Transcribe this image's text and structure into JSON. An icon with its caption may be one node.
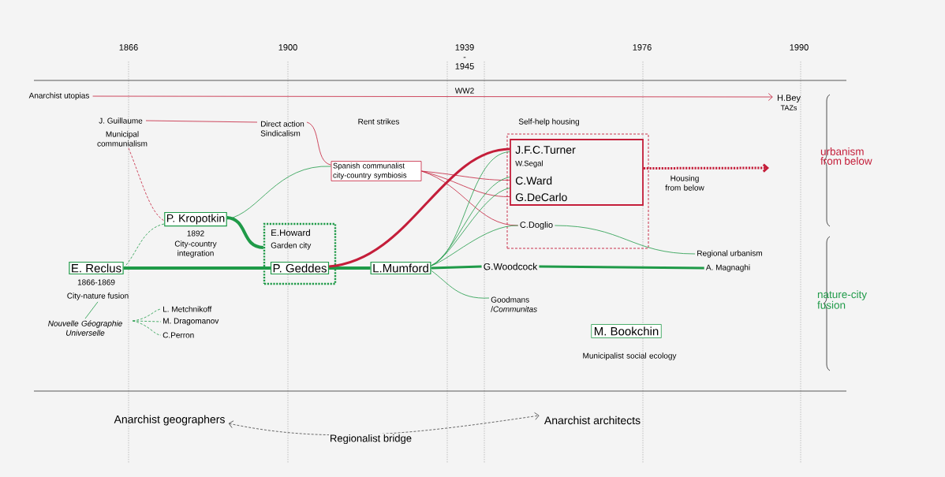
{
  "diagram": {
    "nodes": [
      {
        "text": [
          "Anarchist utopias"
        ]
      },
      {
        "text": [
          "H.Bey",
          "TAZs"
        ]
      },
      {
        "text": [
          "J. Guillaume"
        ]
      },
      {
        "text": [
          "Municipal communialism"
        ]
      },
      {
        "text": [
          "Direct action",
          "Sindicalism"
        ]
      },
      {
        "text": [
          "Self-help housing"
        ]
      },
      {
        "text": [
          "J.F.C.Turner",
          "W.Segal",
          "C.Ward",
          "G.DeCarlo"
        ],
        "in": 5
      },
      {
        "text": [
          "C.Doglio"
        ],
        "in": 5
      },
      {
        "text": [
          "Spanish communalist city-country symbiosis"
        ]
      },
      {
        "text": [
          "P. Kropotkin"
        ],
        "beside": [
          "1892",
          "City-country integration"
        ]
      },
      {
        "text": [
          "E.Howard",
          "Garden city"
        ]
      },
      {
        "text": [
          "P. Geddes"
        ],
        "in": 10
      },
      {
        "text": [
          "E. Reclus"
        ],
        "beside": [
          "1866-1869"
        ]
      },
      {
        "text": [
          "L.Mumford"
        ]
      },
      {
        "text": [
          "G.Woodcock"
        ]
      },
      {
        "text": [
          "Regional urbanism"
        ]
      },
      {
        "text": [
          "A. Magnaghi"
        ]
      },
      {
        "text": [
          "City-nature fusion"
        ]
      },
      {
        "text": [
          "Nouvelle Géographie Universelle"
        ]
      },
      {
        "text": [
          "L. Metchnikoff"
        ]
      },
      {
        "text": [
          "M. Dragomanov"
        ]
      },
      {
        "text": [
          "C.Perron"
        ]
      },
      {
        "text": [
          "Goodmans /*Communitas*"
        ]
      },
      {
        "text": [
          "M. Bookchin"
        ],
        "beside": [
          "Municipalist social ecology"
        ]
      },
      {
        "text": [
          "Anarchist geographers"
        ]
      },
      {
        "text": [
          "Anarchist architects"
        ]
      }
    ],
    "edges": [
      {
        "from": 0,
        "to": 1,
        "arrow": "to",
        "color": "#c41e3a"
      },
      {
        "from": 2,
        "to": 4,
        "arrow": "none",
        "color": "#c41e3a"
      },
      {
        "from": 4,
        "to": 8,
        "arrow": "none",
        "color": "#c41e3a"
      },
      {
        "from": 3,
        "to": 9,
        "arrow": "none",
        "style": "dashed",
        "color": "#c41e3a"
      },
      {
        "from": 12,
        "to": 9,
        "arrow": "none",
        "style": "dashed"
      },
      {
        "from": 9,
        "to": 8,
        "arrow": "none"
      },
      {
        "from": 9,
        "to": 10,
        "arrow": "none",
        "style": "thick"
      },
      {
        "from": 12,
        "to": 11,
        "arrow": "none",
        "style": "thick"
      },
      {
        "from": 11,
        "to": 13,
        "arrow": "none",
        "style": "thick"
      },
      {
        "from": 11,
        "to": 6,
        "arrow": "none",
        "style": "thick",
        "color": "#c41e3a"
      },
      {
        "from": 8,
        "to": 6,
        "arrow": "none",
        "color": "#c41e3a"
      },
      {
        "from": 8,
        "to": 6,
        "arrow": "none",
        "color": "#c41e3a"
      },
      {
        "from": 8,
        "to": 7,
        "arrow": "none",
        "color": "#c41e3a"
      },
      {
        "from": 13,
        "to": 6,
        "arrow": "none"
      },
      {
        "from": 13,
        "to": 6,
        "arrow": "none"
      },
      {
        "from": 13,
        "to": 6,
        "arrow": "none"
      },
      {
        "from": 13,
        "to": 7,
        "arrow": "none"
      },
      {
        "from": 13,
        "to": 14,
        "arrow": "none",
        "style": "thick"
      },
      {
        "from": 14,
        "to": 16,
        "arrow": "none",
        "style": "thick"
      },
      {
        "from": 7,
        "to": 15,
        "arrow": "none"
      },
      {
        "from": 13,
        "to": 22,
        "arrow": "none"
      },
      {
        "from": 17,
        "to": 18,
        "arrow": "none"
      },
      {
        "from": 18,
        "to": 19,
        "arrow": "none",
        "style": "dashed"
      },
      {
        "from": 18,
        "to": 20,
        "arrow": "none",
        "style": "dashed"
      },
      {
        "from": 18,
        "to": 21,
        "arrow": "none",
        "style": "dashed"
      },
      {
        "from": 6,
        "to": null,
        "arrow": "to",
        "style": "dashed",
        "color": "#c41e3a",
        "label": "Housing from below"
      },
      {
        "from": 24,
        "to": 25,
        "arrow": "both",
        "style": "dashed",
        "color": "#444444",
        "label": "Regionalist bridge"
      }
    ],
    "labels": [
      "1866",
      "1900",
      "1939 - 1945",
      "1976",
      "1990",
      "WW2",
      "Rent strikes",
      "urbanism from below",
      "nature-city fusion"
    ]
  }
}
